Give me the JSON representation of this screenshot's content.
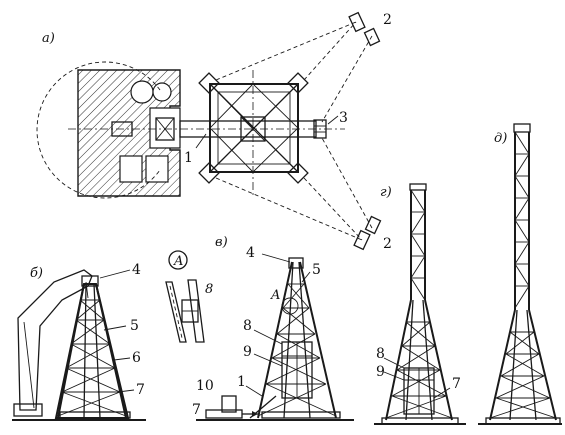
{
  "panels": {
    "a": "а)",
    "b": "б)",
    "v": "в)",
    "g": "г)",
    "d": "д)"
  },
  "detail": {
    "circle_label": "A",
    "part_label": "8",
    "callout_letter": "A"
  },
  "plan_labels": {
    "l1": "1",
    "l2_top": "2",
    "l2_bottom": "2",
    "l3": "3"
  },
  "view_b_labels": {
    "l4": "4",
    "l5": "5",
    "l6": "6",
    "l7": "7"
  },
  "view_v_labels": {
    "l4": "4",
    "l5": "5",
    "l8": "8",
    "l9": "9",
    "l1": "1",
    "l10": "10",
    "l7": "7"
  },
  "view_g_labels": {
    "l8": "8",
    "l9": "9",
    "l7": "7"
  }
}
